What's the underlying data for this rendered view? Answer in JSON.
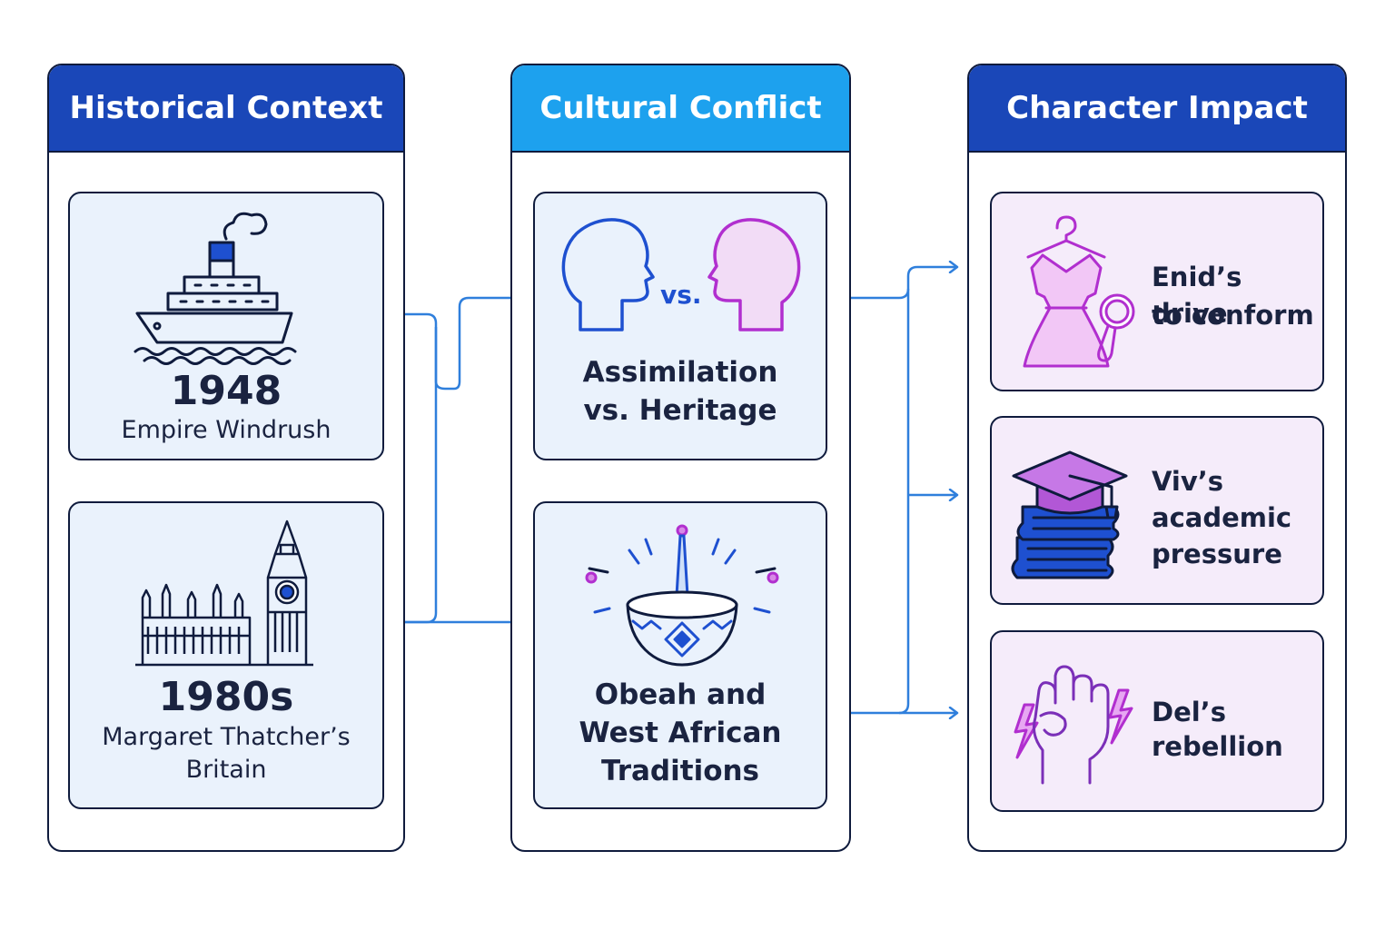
{
  "columns": {
    "historical": {
      "title": "Historical Context",
      "color": "#1a47b8",
      "cards": [
        {
          "year": "1948",
          "label": "Empire Windrush",
          "icon": "ship-icon"
        },
        {
          "year": "1980s",
          "label_line1": "Margaret Thatcher’s",
          "label_line2": "Britain",
          "icon": "big-ben-icon"
        }
      ]
    },
    "cultural": {
      "title": "Cultural Conflict",
      "color": "#1da1ee",
      "cards": [
        {
          "vs": "vs.",
          "label_line1": "Assimilation",
          "label_line2": "vs. Heritage",
          "icon": "heads-facing-icon"
        },
        {
          "label_line1": "Obeah and",
          "label_line2": "West African",
          "label_line3": "Traditions",
          "icon": "ritual-bowl-icon"
        }
      ]
    },
    "impact": {
      "title": "Character Impact",
      "color": "#1a47b8",
      "cards": [
        {
          "line1": "Enid’s drive",
          "line2": "to conform",
          "icon": "dress-mirror-icon"
        },
        {
          "line1": "Viv’s",
          "line2": "academic",
          "line3": "pressure",
          "icon": "graduation-books-icon"
        },
        {
          "line1": "Del’s",
          "line2": "rebellion",
          "icon": "raised-fist-icon"
        }
      ]
    }
  },
  "colors": {
    "outline": "#0f1b3d",
    "connector": "#2f7fdc",
    "blue_card": "#eaf2fc",
    "purple_card": "#f5ecfa",
    "accent_purple": "#b12fcf",
    "accent_blue": "#1e50d0"
  }
}
